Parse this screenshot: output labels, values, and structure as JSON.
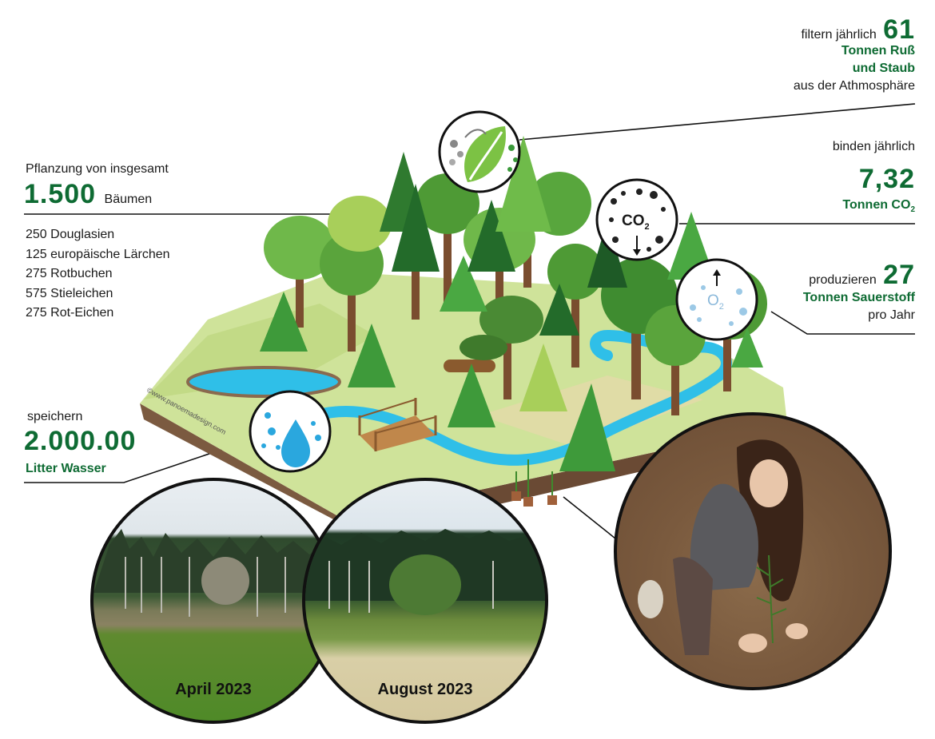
{
  "planting": {
    "intro": "Pflanzung von insgesamt",
    "count": "1.500",
    "unit": "Bäumen",
    "species": [
      "250 Douglasien",
      "125 europäische Lärchen",
      "275 Rotbuchen",
      "575 Stieleichen",
      "275 Rot-Eichen"
    ]
  },
  "soot": {
    "prefix": "filtern jährlich",
    "number": "61",
    "line1": "Tonnen Ruß",
    "line2": "und Staub",
    "suffix": "aus der Athmosphäre"
  },
  "co2": {
    "prefix": "binden jährlich",
    "number": "7,32",
    "unit_main": "Tonnen CO",
    "unit_sub": "2",
    "icon_main": "CO",
    "icon_sub": "2"
  },
  "oxygen": {
    "prefix": "produzieren",
    "number": "27",
    "line1": "Tonnen Sauerstoff",
    "suffix": "pro Jahr",
    "icon_main": "O",
    "icon_sub": "2"
  },
  "water": {
    "prefix": "speichern",
    "number": "2.000.00",
    "label": "Litter Wasser"
  },
  "watermark": "©www.panoemadesign.com",
  "photos": {
    "april": "April 2023",
    "august": "August 2023"
  },
  "icons": {
    "leaf": "leaf-icon",
    "co2": "co2-icon",
    "o2": "o2-icon",
    "water": "water-drop-icon"
  },
  "colors": {
    "accent": "#0e6b33",
    "water": "#29b6e8",
    "grass": "#c6dd8a",
    "soil": "#8a6a4e"
  }
}
